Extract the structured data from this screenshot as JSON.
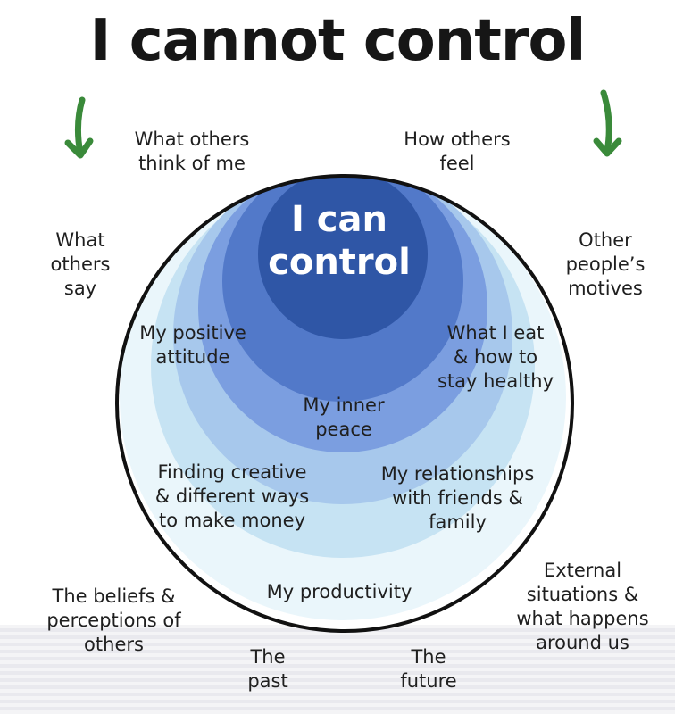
{
  "title": "I cannot control",
  "center": [
    "I can",
    "control"
  ],
  "outside_labels": {
    "what_others_think": [
      "What others",
      "think of me"
    ],
    "how_others_feel": [
      "How others",
      "feel"
    ],
    "what_others_say": [
      "What",
      "others",
      "say"
    ],
    "other_peoples_motives": [
      "Other",
      "people’s",
      "motives"
    ],
    "beliefs_of_others": [
      "The beliefs &",
      "perceptions of",
      "others"
    ],
    "external_situations": [
      "External",
      "situations &",
      "what happens",
      "around us"
    ],
    "the_past": [
      "The",
      "past"
    ],
    "the_future": [
      "The",
      "future"
    ]
  },
  "inside_labels": {
    "positive_attitude": [
      "My positive",
      "attitude"
    ],
    "what_i_eat": [
      "What I eat",
      "& how to",
      "stay healthy"
    ],
    "inner_peace": [
      "My inner",
      "peace"
    ],
    "creative_ways": [
      "Finding creative",
      "& different ways",
      "to make money"
    ],
    "relationships": [
      "My relationships",
      "with friends &",
      "family"
    ],
    "productivity": [
      "My productivity"
    ]
  },
  "colors": {
    "arrow": "#3a8a3a",
    "outer_ring": "#111111",
    "level_1": "#eaf6fb",
    "level_2": "#c6e3f3",
    "level_3": "#a7c8ec",
    "level_4": "#7b9ee0",
    "level_5": "#5279c9",
    "level_6": "#2f56a6"
  }
}
